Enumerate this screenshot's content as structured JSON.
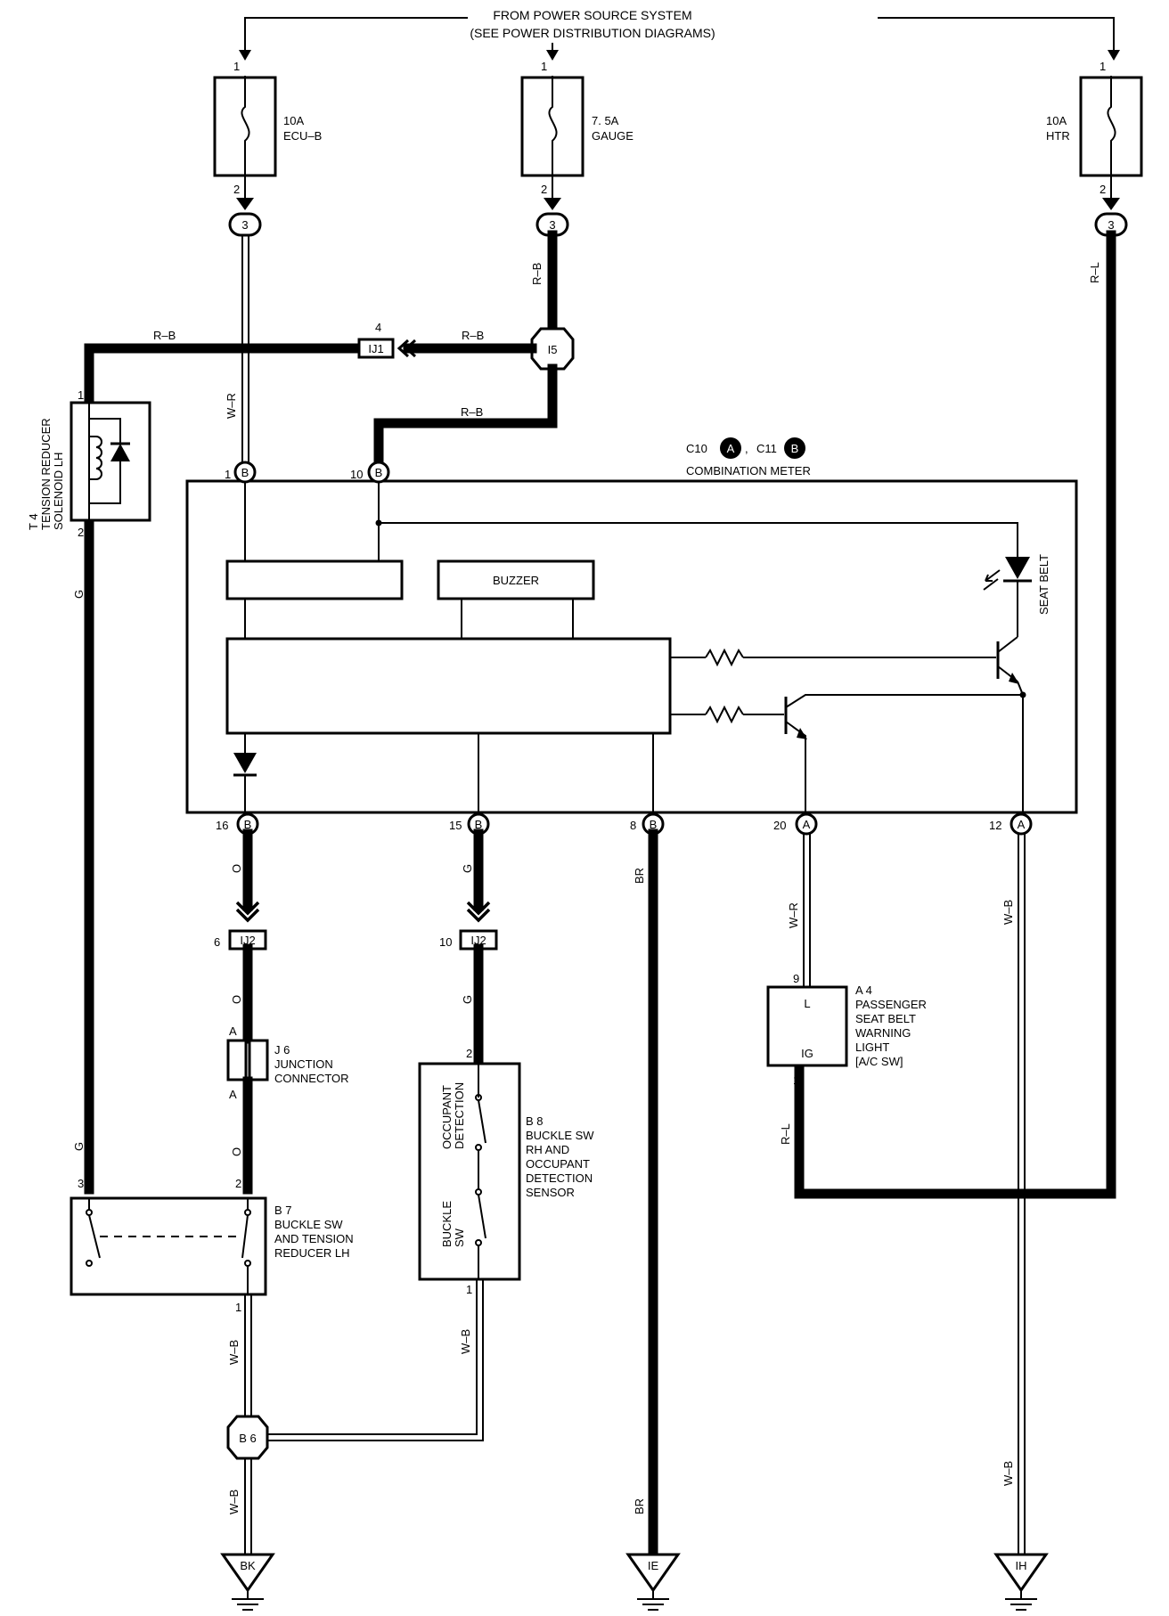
{
  "header": {
    "line1": "FROM POWER SOURCE SYSTEM",
    "line2": "(SEE POWER DISTRIBUTION DIAGRAMS)"
  },
  "fuses": {
    "ecu_b": {
      "amp": "10A",
      "name": "ECU–B"
    },
    "gauge": {
      "amp": "7. 5A",
      "name": "GAUGE"
    },
    "htr": {
      "amp": "10A",
      "name": "HTR"
    }
  },
  "pins": {
    "one": "1",
    "two": "2",
    "three": "3",
    "four": "4",
    "six": "6",
    "eight": "8",
    "nine": "9",
    "ten": "10",
    "twelve": "12",
    "fifteen": "15",
    "sixteen": "16",
    "twenty": "20"
  },
  "connectors": {
    "c3": "3",
    "ij1": "IJ1",
    "ij2": "IJ2",
    "i5": "I5",
    "b6": "B 6",
    "conn_a": "A",
    "conn_b": "B"
  },
  "wire_colors": {
    "rb": "R–B",
    "wr": "W–R",
    "rl": "R–L",
    "g": "G",
    "o": "O",
    "br": "BR",
    "wb": "W–B"
  },
  "meter": {
    "id_c10": "C10",
    "id_c11": "C11",
    "sep": ",",
    "name": "COMBINATION METER",
    "buzzer": "BUZZER",
    "seat_belt": "SEAT BELT"
  },
  "components": {
    "t4": {
      "id": "T 4",
      "line1": "TENSION REDUCER",
      "line2": "SOLENOID LH"
    },
    "j6": {
      "id": "J 6",
      "line1": "JUNCTION",
      "line2": "CONNECTOR",
      "pin_a": "A"
    },
    "b7": {
      "id": "B 7",
      "line1": "BUCKLE SW",
      "line2": "AND TENSION",
      "line3": "REDUCER LH"
    },
    "b8": {
      "id": "B 8",
      "line1": "BUCKLE SW",
      "line2": "RH AND",
      "line3": "OCCUPANT",
      "line4": "DETECTION",
      "line5": "SENSOR",
      "occ1": "OCCUPANT",
      "occ2": "DETECTION",
      "buckle1": "BUCKLE",
      "buckle2": "SW"
    },
    "a4": {
      "id": "A 4",
      "line1": "PASSENGER",
      "line2": "SEAT BELT",
      "line3": "WARNING",
      "line4": "LIGHT",
      "line5": "[A/C SW]",
      "pin_l": "L",
      "pin_ig": "IG"
    }
  },
  "grounds": {
    "bk": "BK",
    "ie": "IE",
    "ih": "IH"
  }
}
